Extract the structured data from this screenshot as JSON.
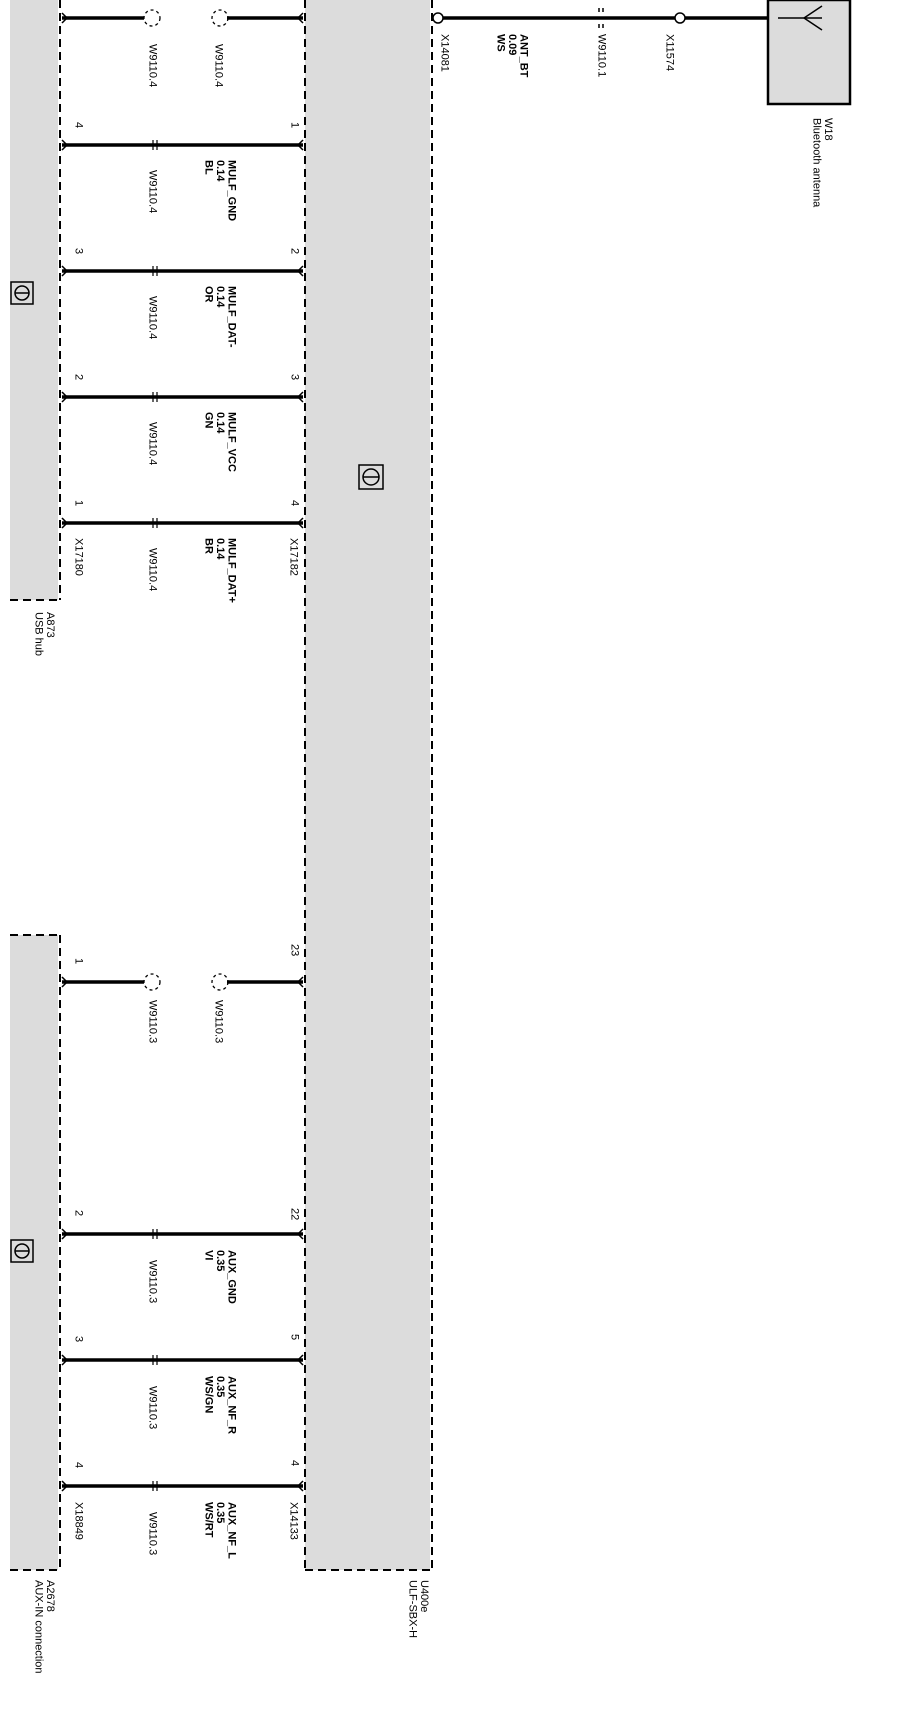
{
  "components": {
    "ulf": {
      "id": "U400e",
      "name": "ULF-SBX-H"
    },
    "usb_hub": {
      "id": "A873",
      "name": "USB hub"
    },
    "aux": {
      "id": "A2678",
      "name": "AUX-IN connection"
    },
    "antenna": {
      "id": "W18",
      "name": "Bluetooth antenna"
    }
  },
  "connectors": {
    "x14081": "X14081",
    "x11574": "X11574",
    "x17182": "X17182",
    "x17180": "X17180",
    "x14133": "X14133",
    "x18849": "X18849"
  },
  "antenna_wire": {
    "signal": "ANT_BT",
    "size": "0.09",
    "color": "WS",
    "harness": "W9110.1"
  },
  "usb_wires": [
    {
      "signal": "",
      "size": "",
      "color": "",
      "harness_top": "W9110.4",
      "harness_bottom": "W9110.4",
      "pin_ulf": "",
      "pin_hub": ""
    },
    {
      "signal": "MULF_GND",
      "size": "0.14",
      "color": "BL",
      "harness": "W9110.4",
      "pin_ulf": "1",
      "pin_hub": "4"
    },
    {
      "signal": "MULF_DAT-",
      "size": "0.14",
      "color": "OR",
      "harness": "W9110.4",
      "pin_ulf": "2",
      "pin_hub": "3"
    },
    {
      "signal": "MULF_VCC",
      "size": "0.14",
      "color": "GN",
      "harness": "W9110.4",
      "pin_ulf": "3",
      "pin_hub": "2"
    },
    {
      "signal": "MULF_DAT+",
      "size": "0.14",
      "color": "BR",
      "harness": "W9110.4",
      "pin_ulf": "4",
      "pin_hub": "1"
    }
  ],
  "aux_shield": {
    "harness_top": "W9110.3",
    "harness_bottom": "W9110.3",
    "pin_ulf": "23",
    "pin_aux": "1"
  },
  "aux_wires": [
    {
      "signal": "AUX_GND",
      "size": "0.35",
      "color": "VI",
      "harness": "W9110.3",
      "pin_ulf": "22",
      "pin_aux": "2"
    },
    {
      "signal": "AUX_NF_R",
      "size": "0.35",
      "color": "WS/GN",
      "harness": "W9110.3",
      "pin_ulf": "5",
      "pin_aux": "3"
    },
    {
      "signal": "AUX_NF_L",
      "size": "0.35",
      "color": "WS/RT",
      "harness": "W9110.3",
      "pin_ulf": "4",
      "pin_aux": "4"
    }
  ],
  "colors": {
    "module_fill": "#dcdcdc",
    "line": "#000000"
  }
}
